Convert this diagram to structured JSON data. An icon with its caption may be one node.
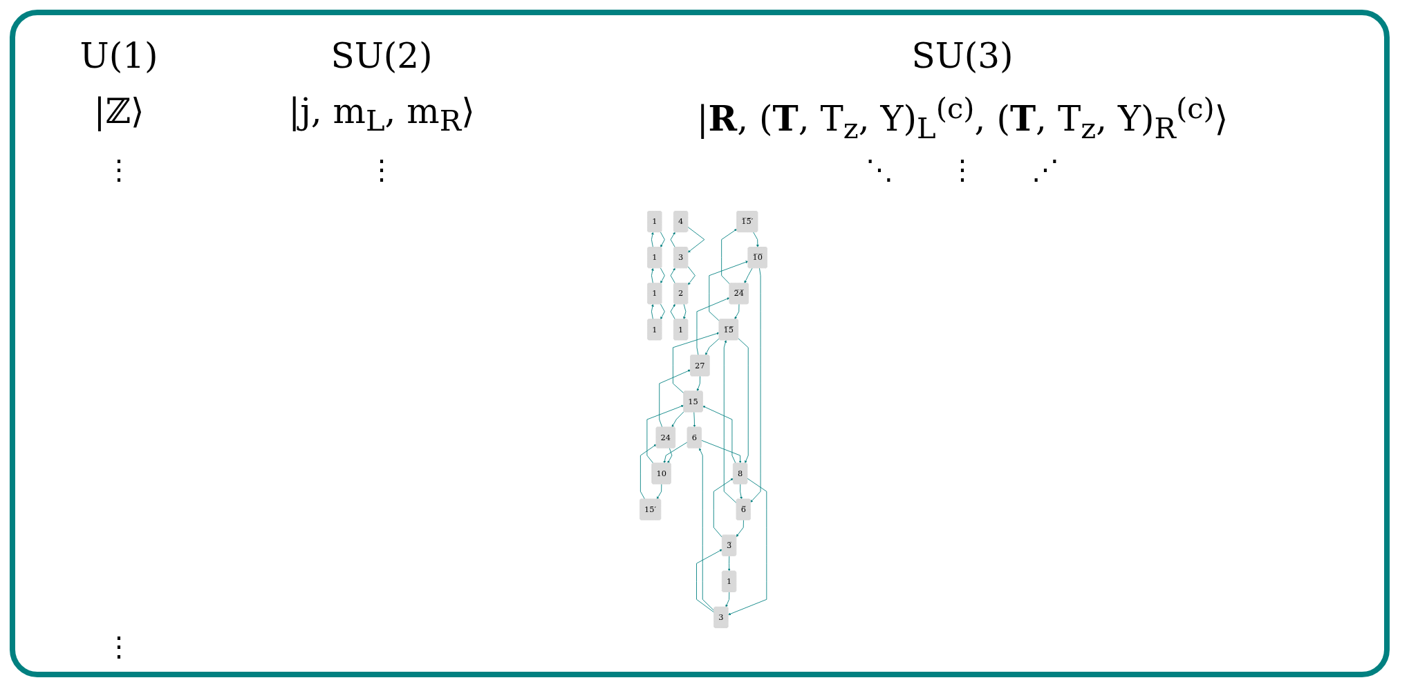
{
  "diagram": {
    "nodes": [
      {
        "text": [
          "1"
        ]
      },
      {
        "text": [
          "1"
        ]
      },
      {
        "text": [
          "1"
        ]
      },
      {
        "text": [
          "1"
        ]
      },
      {
        "text": [
          "4"
        ]
      },
      {
        "text": [
          "3"
        ]
      },
      {
        "text": [
          "2"
        ]
      },
      {
        "text": [
          "1"
        ]
      },
      {
        "text": [
          "1̅5̅′"
        ]
      },
      {
        "text": [
          "2̅4̅"
        ]
      },
      {
        "text": [
          "27"
        ]
      },
      {
        "text": [
          "24"
        ]
      },
      {
        "text": [
          "15′"
        ]
      },
      {
        "text": [
          "1̅0̅"
        ]
      },
      {
        "text": [
          "1̅5̅"
        ]
      },
      {
        "text": [
          "15"
        ]
      },
      {
        "text": [
          "10"
        ]
      },
      {
        "text": [
          "6̅"
        ]
      },
      {
        "text": [
          "8"
        ]
      },
      {
        "text": [
          "6"
        ]
      },
      {
        "text": [
          "3̅"
        ]
      },
      {
        "text": [
          "3"
        ]
      },
      {
        "text": [
          "1"
        ]
      }
    ],
    "edges": [
      {
        "from": 1,
        "to": 0,
        "arrow": "to"
      },
      {
        "from": 0,
        "to": 1,
        "arrow": "to"
      },
      {
        "from": 2,
        "to": 1,
        "arrow": "to"
      },
      {
        "from": 1,
        "to": 2,
        "arrow": "to"
      },
      {
        "from": 3,
        "to": 2,
        "arrow": "to"
      },
      {
        "from": 2,
        "to": 3,
        "arrow": "to"
      },
      {
        "from": 5,
        "to": 4,
        "arrow": "to"
      },
      {
        "from": 4,
        "to": 5,
        "arrow": "to"
      },
      {
        "from": 6,
        "to": 5,
        "arrow": "to"
      },
      {
        "from": 5,
        "to": 6,
        "arrow": "to"
      },
      {
        "from": 7,
        "to": 6,
        "arrow": "to"
      },
      {
        "from": 6,
        "to": 7,
        "arrow": "to"
      },
      {
        "from": 9,
        "to": 8,
        "arrow": "to"
      },
      {
        "from": 8,
        "to": 13,
        "arrow": "to"
      },
      {
        "from": 13,
        "to": 9,
        "arrow": "to"
      },
      {
        "from": 9,
        "to": 14,
        "arrow": "to"
      },
      {
        "from": 10,
        "to": 9,
        "arrow": "to"
      },
      {
        "from": 14,
        "to": 10,
        "arrow": "to"
      },
      {
        "from": 10,
        "to": 15,
        "arrow": "to"
      },
      {
        "from": 11,
        "to": 10,
        "arrow": "to"
      },
      {
        "from": 12,
        "to": 11,
        "arrow": "to"
      },
      {
        "from": 15,
        "to": 11,
        "arrow": "to"
      },
      {
        "from": 11,
        "to": 16,
        "arrow": "to"
      },
      {
        "from": 16,
        "to": 12,
        "arrow": "to"
      },
      {
        "from": 14,
        "to": 13,
        "arrow": "to"
      },
      {
        "from": 15,
        "to": 14,
        "arrow": "to"
      },
      {
        "from": 16,
        "to": 15,
        "arrow": "to"
      },
      {
        "from": 13,
        "to": 17,
        "arrow": "to"
      },
      {
        "from": 17,
        "to": 14,
        "arrow": "to"
      },
      {
        "from": 14,
        "to": 18,
        "arrow": "to"
      },
      {
        "from": 18,
        "to": 15,
        "arrow": "to"
      },
      {
        "from": 15,
        "to": 19,
        "arrow": "to"
      },
      {
        "from": 19,
        "to": 16,
        "arrow": "to"
      },
      {
        "from": 18,
        "to": 17,
        "arrow": "to"
      },
      {
        "from": 19,
        "to": 18,
        "arrow": "to"
      },
      {
        "from": 17,
        "to": 20,
        "arrow": "to"
      },
      {
        "from": 20,
        "to": 18,
        "arrow": "to"
      },
      {
        "from": 18,
        "to": 21,
        "arrow": "to"
      },
      {
        "from": 21,
        "to": 19,
        "arrow": "to"
      },
      {
        "from": 21,
        "to": 20,
        "arrow": "to"
      },
      {
        "from": 20,
        "to": 22,
        "arrow": "to"
      },
      {
        "from": 22,
        "to": 21,
        "arrow": "to"
      }
    ],
    "labels": [
      "U(1)",
      "SU(2)",
      "SU(3)",
      "|ℤ⟩",
      "|j, m$_{L}$, m$_{R}$⟩",
      "|**R**, (**T**, T$_{z}$, Y)$_{L}$$^{(c)}$, (**T**, T$_{z}$, Y)$_{R}$$^{(c)}$⟩",
      "⋮",
      "⋮",
      "⋱",
      "⋮",
      "⋰",
      "⋮"
    ]
  }
}
